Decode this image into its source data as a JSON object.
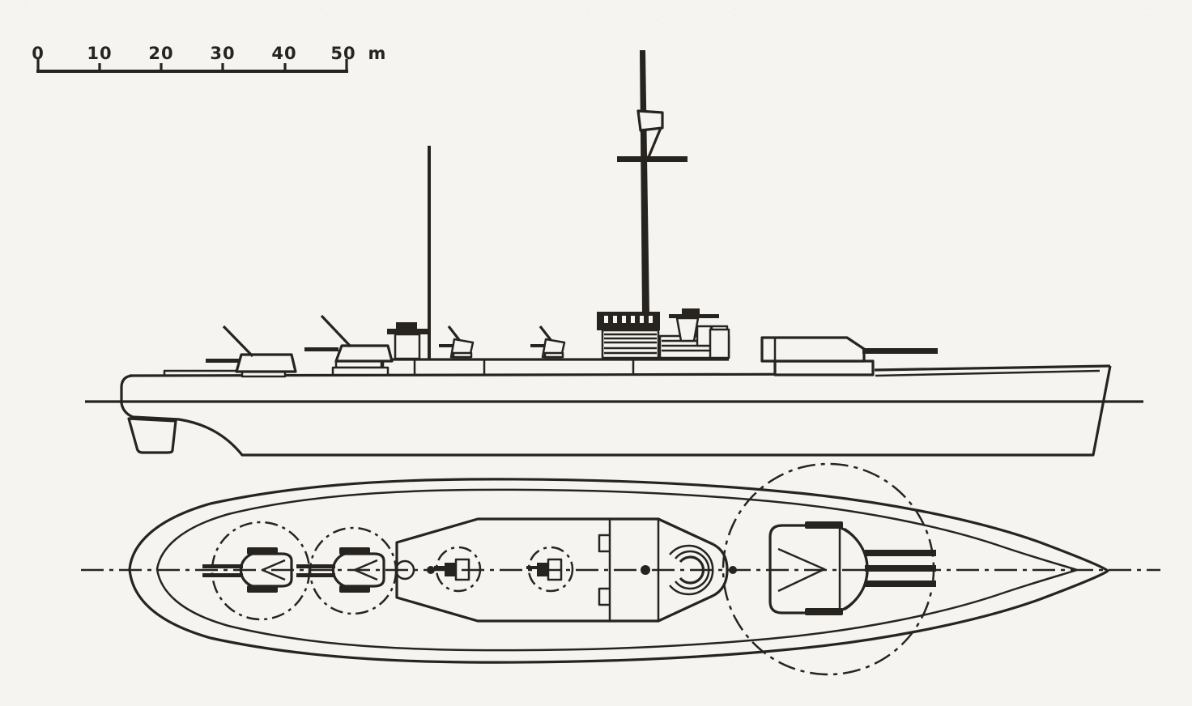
{
  "scale_bar": {
    "labels": [
      "0",
      "10",
      "20",
      "30",
      "40",
      "50"
    ],
    "unit": "m"
  },
  "colors": {
    "ink": "#272420",
    "paper": "#f5f4f1"
  }
}
